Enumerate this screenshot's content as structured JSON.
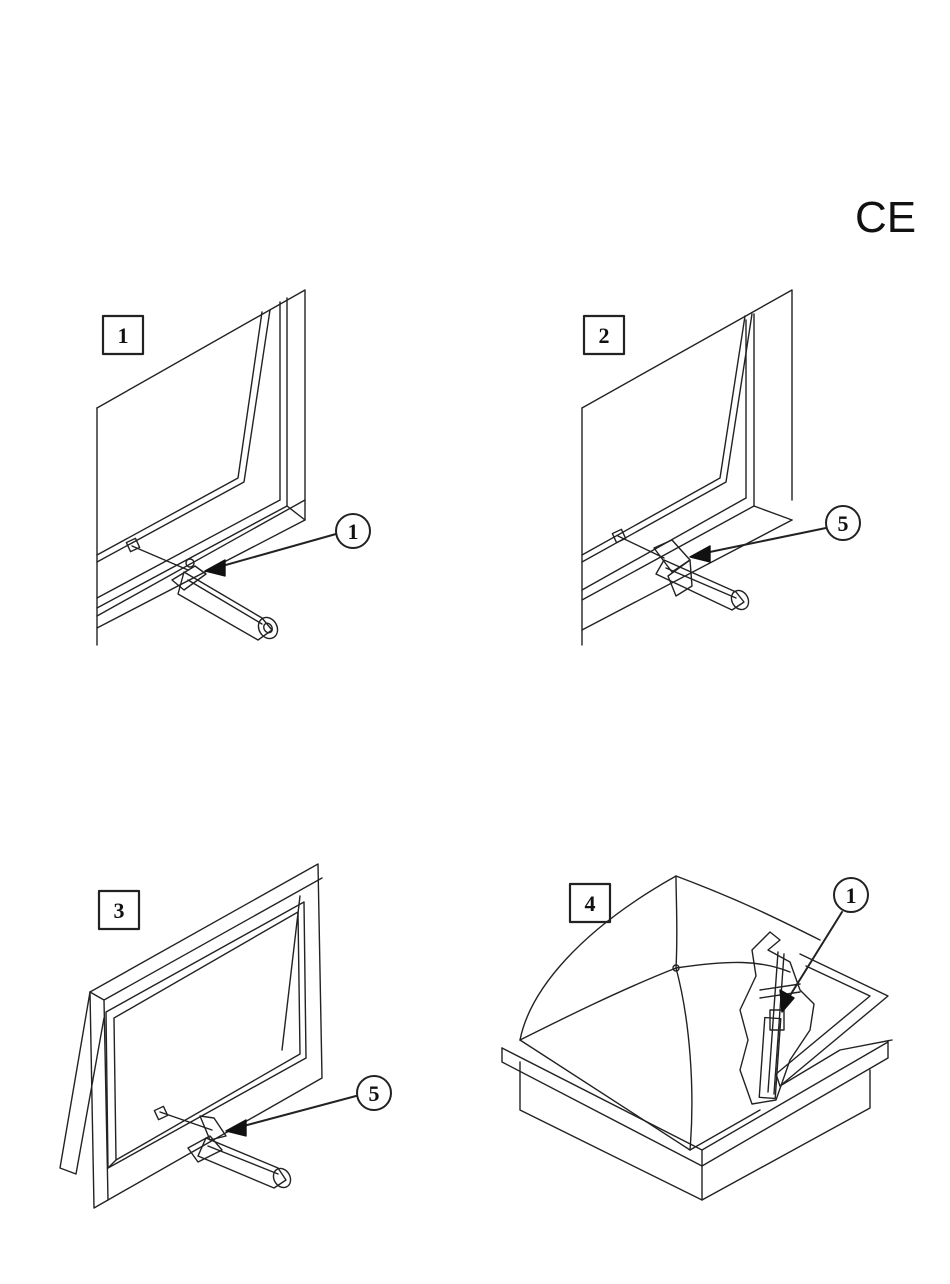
{
  "mark": {
    "ce": "CE"
  },
  "panels": [
    {
      "number": "1",
      "callout": "1"
    },
    {
      "number": "2",
      "callout": "5"
    },
    {
      "number": "3",
      "callout": "5"
    },
    {
      "number": "4",
      "callout": "1"
    }
  ]
}
